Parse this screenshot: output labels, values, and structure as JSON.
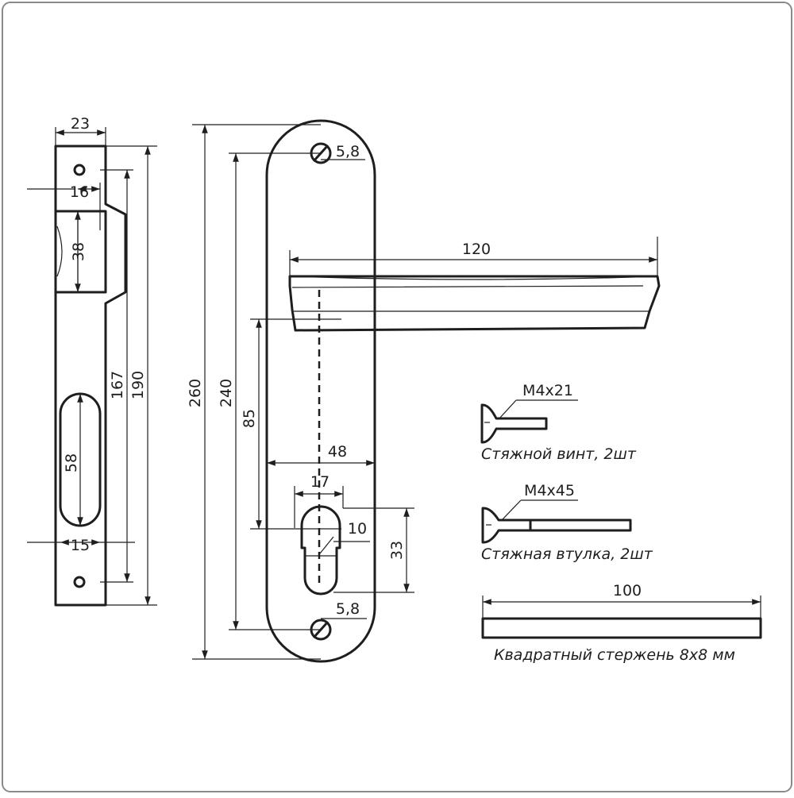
{
  "strike_plate": {
    "width": "23",
    "cutout_width": "16",
    "cutout_height": "38",
    "slot_height": "58",
    "slot_width": "15",
    "length_inner": "167",
    "length_outer": "190"
  },
  "backplate": {
    "total_length": "260",
    "hole_spacing": "240",
    "handle_to_cylinder": "85",
    "plate_width": "48",
    "cylinder_width": "17",
    "cylinder_radius": "10",
    "cylinder_height": "33",
    "hole_diameter_top": "5,8",
    "hole_diameter_bottom": "5,8",
    "handle_length": "120"
  },
  "parts": {
    "screw_size": "M4x21",
    "screw_caption": "Стяжной винт, 2шт",
    "sleeve_size": "M4x45",
    "sleeve_caption": "Стяжная втулка, 2шт",
    "rod_length": "100",
    "rod_caption": "Квадратный стержень 8x8 мм"
  }
}
